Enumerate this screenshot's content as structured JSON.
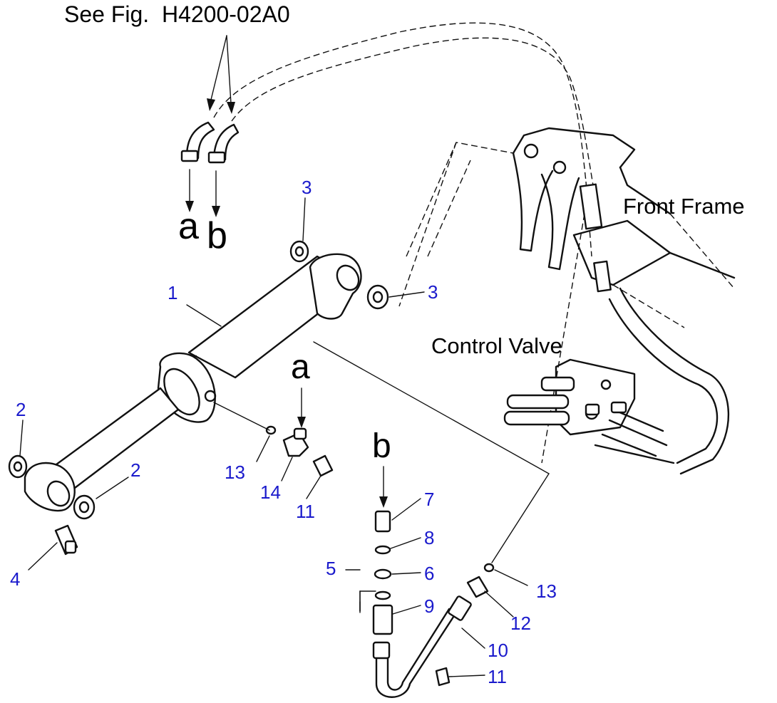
{
  "header": {
    "reference": "See Fig.  H4200-02A0"
  },
  "callouts": {
    "upper_a": "a",
    "upper_b": "b",
    "lower_a": "a",
    "lower_b": "b"
  },
  "assemblies": {
    "front_frame": "Front Frame",
    "control_valve": "Control Valve"
  },
  "part_numbers": {
    "p1": "1",
    "p2_top": "2",
    "p2_side": "2",
    "p3_top": "3",
    "p3_side": "3",
    "p4": "4",
    "p5": "5",
    "p6": "6",
    "p7": "7",
    "p8": "8",
    "p9": "9",
    "p10": "10",
    "p11_a": "11",
    "p11_b": "11",
    "p12": "12",
    "p13_a": "13",
    "p13_b": "13",
    "p14": "14"
  },
  "colors": {
    "linework": "#111111",
    "part_number": "#1a1acc",
    "background": "#ffffff"
  }
}
